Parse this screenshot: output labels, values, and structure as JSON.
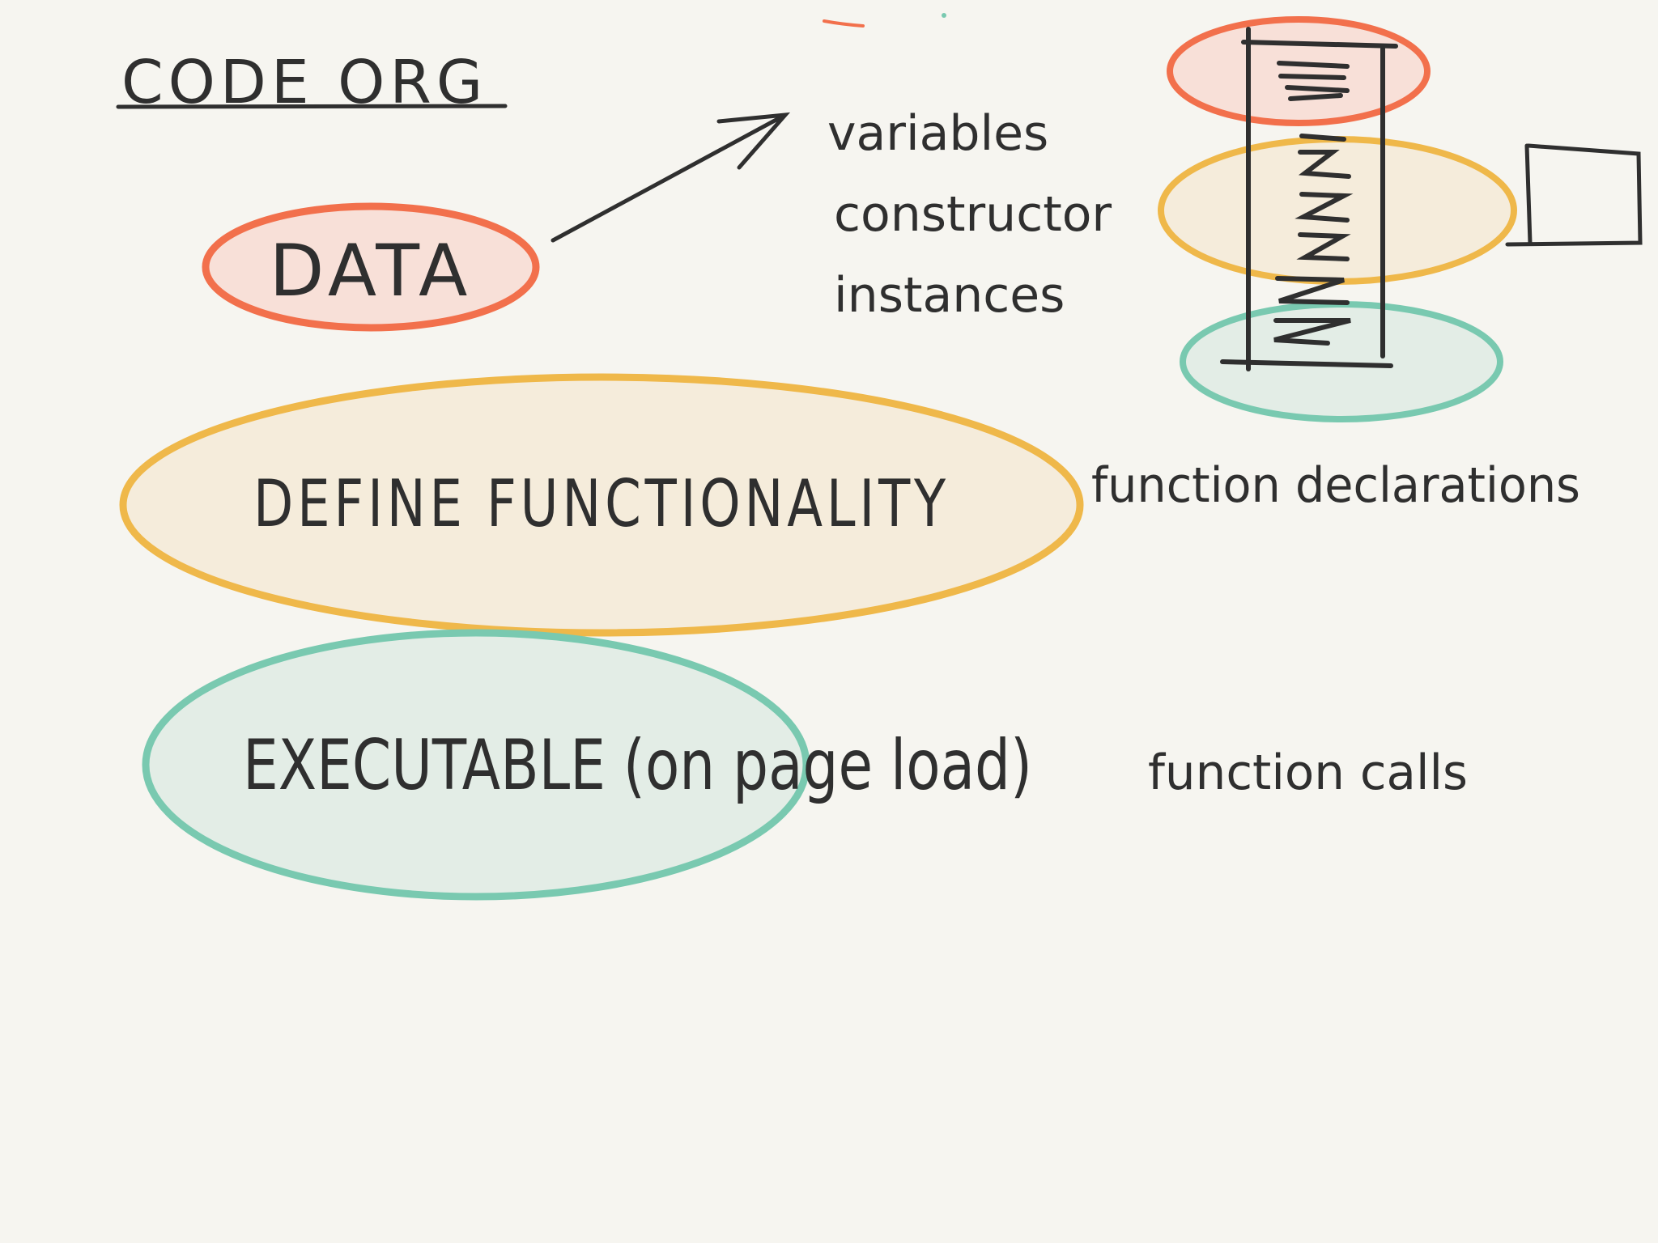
{
  "title": "CODE ORG",
  "sections": [
    {
      "key": "data",
      "label": "DATA",
      "examples": [
        "variables",
        "constructor",
        "instances"
      ]
    },
    {
      "key": "define",
      "label": "DEFINE FUNCTIONALITY",
      "examples": [
        "function declarations"
      ]
    },
    {
      "key": "executable",
      "label": "EXECUTABLE (on page load)",
      "examples": [
        "function calls"
      ]
    }
  ],
  "colors": {
    "background": "#f6f5f0",
    "ink": "#2f2f2f",
    "data_stroke": "#f2704c",
    "data_fill": "#f8e0d8",
    "define_stroke": "#efb84a",
    "define_fill": "#f5ecdb",
    "exec_stroke": "#79c9b0",
    "exec_fill": "#e3ede6"
  },
  "icons": [
    "arrow-icon",
    "code-file-icon",
    "empty-box-icon"
  ]
}
